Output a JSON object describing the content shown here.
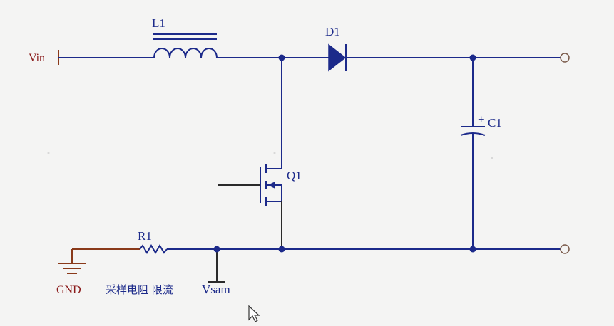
{
  "schematic": {
    "labels": {
      "vin": "Vin",
      "inductor": "L1",
      "diode": "D1",
      "capacitor": "C1",
      "capacitor_polarity": "+",
      "mosfet": "Q1",
      "resistor": "R1",
      "ground": "GND",
      "sense_node": "Vsam",
      "annotation": "采样电阻 限流"
    }
  },
  "colors": {
    "wire": "#1c2a8a",
    "gate_wire": "#2a2a2a",
    "ground_symbol": "#8a3a1a",
    "vin_label": "#8a1a1a",
    "background": "#f4f4f3"
  }
}
